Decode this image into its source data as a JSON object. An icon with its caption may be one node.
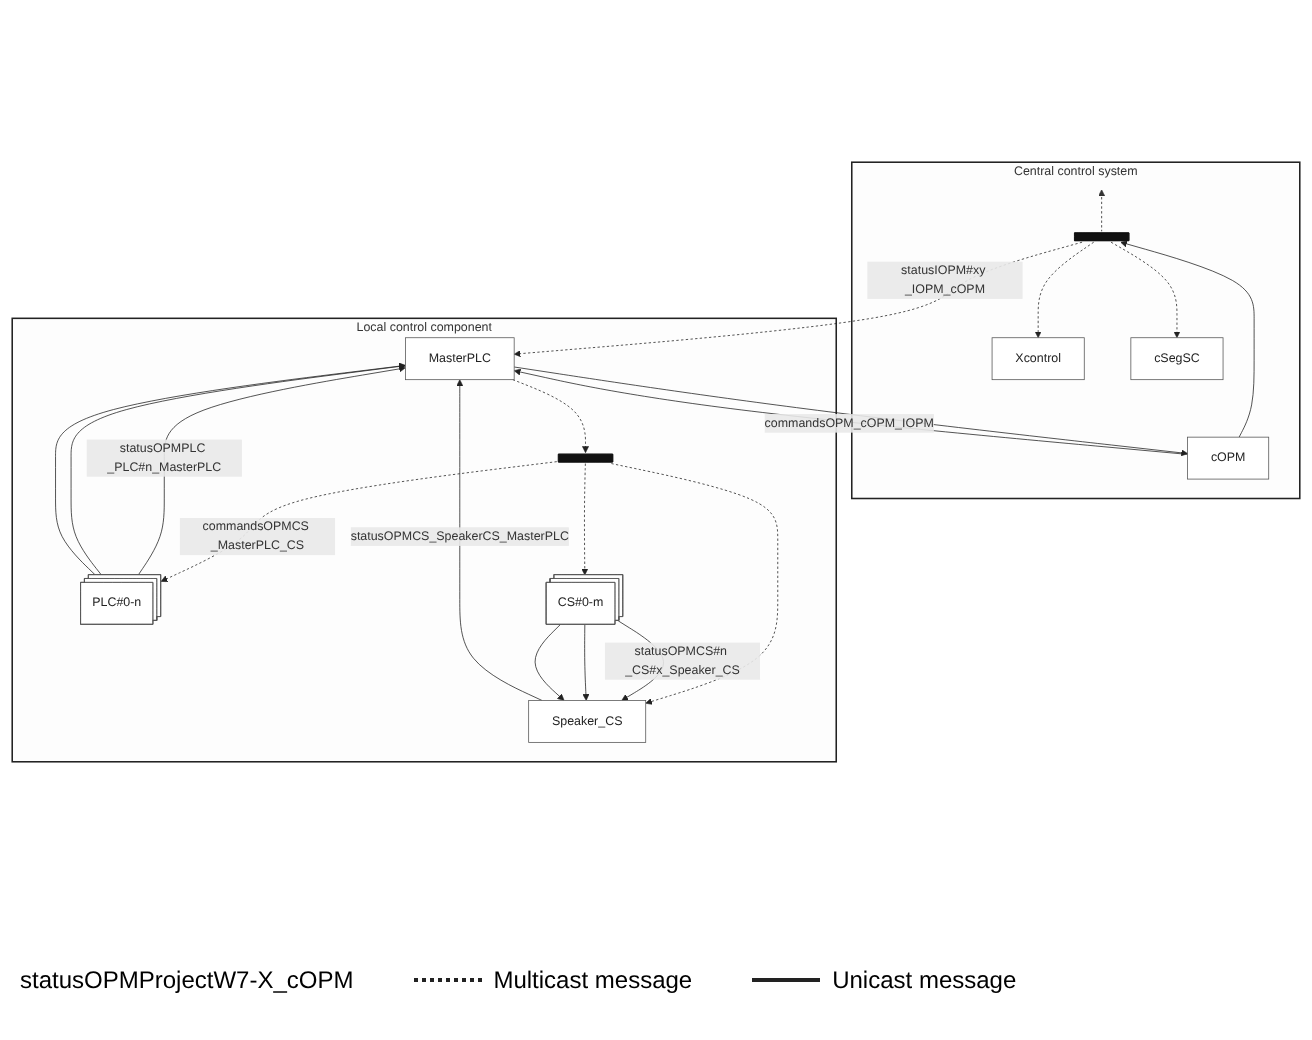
{
  "diagram": {
    "nodes": [
      {
        "text": [
          "Central control system"
        ]
      },
      {
        "text": [
          "Xcontrol"
        ],
        "in": 0
      },
      {
        "text": [
          "cSegSC"
        ],
        "in": 0
      },
      {
        "text": [
          "cOPM"
        ],
        "in": 0
      },
      {
        "text": [],
        "shape": "bar",
        "in": 0
      },
      {
        "text": [
          "Local control component"
        ]
      },
      {
        "text": [
          "MasterPLC"
        ],
        "in": 5
      },
      {
        "text": [
          "Speaker_CS"
        ],
        "in": 5
      },
      {
        "text": [],
        "shape": "bar",
        "in": 5
      },
      {
        "text": [
          "PLC#0-n"
        ],
        "in": 5
      },
      {
        "text": [
          "CS#0-m"
        ],
        "in": 5
      }
    ],
    "edges": [
      {
        "from": 3,
        "to": 4,
        "arrow": "to"
      },
      {
        "from": 4,
        "to": 1,
        "arrow": "to",
        "style": "dashed"
      },
      {
        "from": 4,
        "to": null,
        "arrow": "to",
        "style": "dashed"
      },
      {
        "from": 4,
        "to": 2,
        "arrow": "to",
        "style": "dashed"
      },
      {
        "from": 4,
        "to": 6,
        "arrow": "to",
        "style": "dashed",
        "label": "statusIOPM#xy _IOPM_cOPM"
      },
      {
        "from": 6,
        "to": 3,
        "arrow": "to"
      },
      {
        "from": 3,
        "to": 6,
        "arrow": "to",
        "label": "commandsOPM_cOPM_IOPM"
      },
      {
        "from": 7,
        "to": 6,
        "arrow": "to",
        "label": "statusOPMCS_SpeakerCS_MasterPLC"
      },
      {
        "from": 9,
        "to": 6,
        "arrow": "to",
        "label": "statusOPMPLC _PLC#n_MasterPLC"
      },
      {
        "from": 9,
        "to": 6,
        "arrow": "to"
      },
      {
        "from": 9,
        "to": 6,
        "arrow": "to"
      },
      {
        "from": 6,
        "to": 8,
        "arrow": "to",
        "style": "dashed"
      },
      {
        "from": 8,
        "to": 7,
        "arrow": "to",
        "style": "dashed"
      },
      {
        "from": 8,
        "to": 9,
        "arrow": "to",
        "style": "dashed",
        "label": "commandsOPMCS _MasterPLC_CS"
      },
      {
        "from": 8,
        "to": 10,
        "arrow": "to",
        "style": "dashed"
      },
      {
        "from": 10,
        "to": 7,
        "arrow": "to",
        "label": "statusOPMCS#n _CS#x_Speaker_CS"
      },
      {
        "from": 10,
        "to": 7,
        "arrow": "to"
      },
      {
        "from": 10,
        "to": 7,
        "arrow": "to"
      }
    ],
    "labels": [
      "statusOPMProjectW7-X_cOPM"
    ],
    "legend": [
      {
        "text": "Multicast message"
      },
      {
        "text": "Unicast message"
      }
    ]
  }
}
